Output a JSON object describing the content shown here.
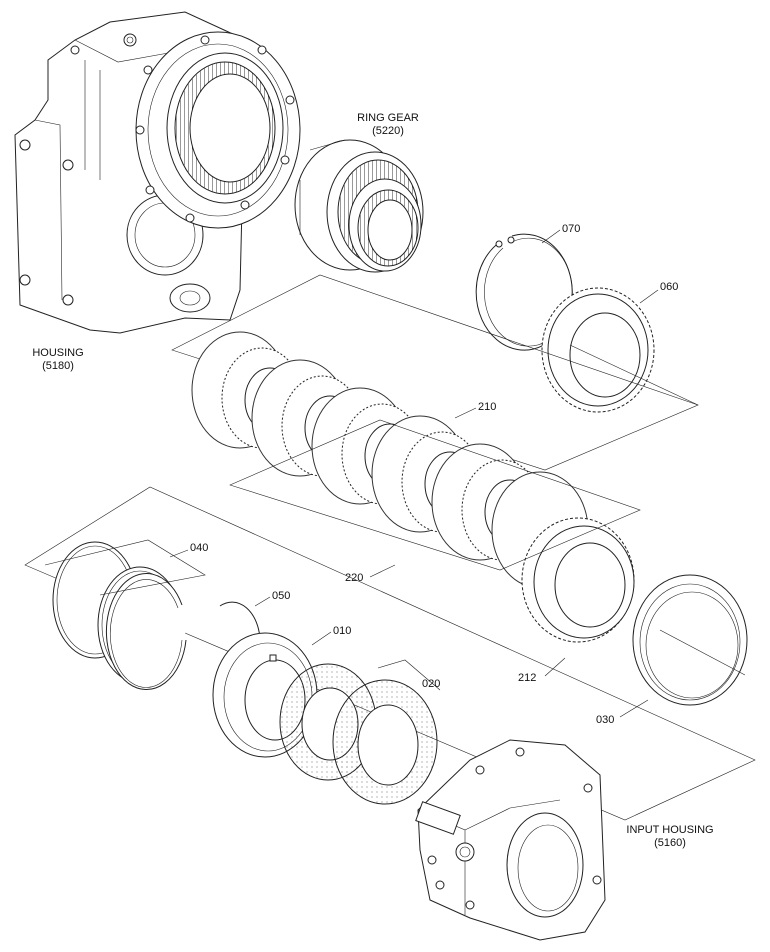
{
  "labels": {
    "ring_gear": "RING GEAR",
    "ring_gear_no": "(5220)",
    "housing": "HOUSING",
    "housing_no": "(5180)",
    "input_housing": "INPUT HOUSING",
    "input_housing_no": "(5160)"
  },
  "callouts": {
    "p070": "070",
    "p060": "060",
    "p210": "210",
    "p220": "220",
    "p212": "212",
    "p040": "040",
    "p050": "050",
    "p010": "010",
    "p020": "020",
    "p030": "030"
  }
}
